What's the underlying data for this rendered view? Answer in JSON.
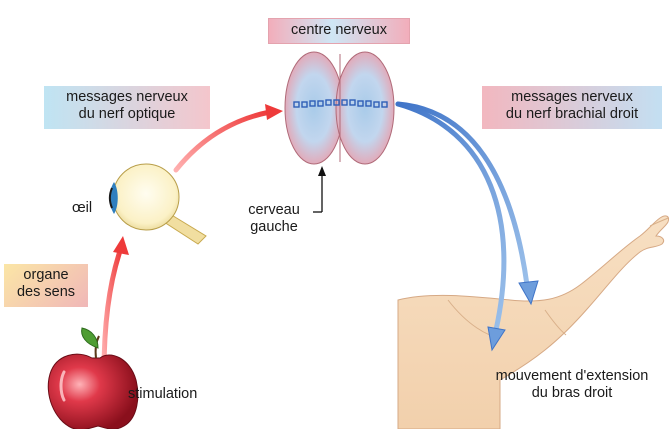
{
  "labels": {
    "centre_nerveux": "centre nerveux",
    "messages_optique": [
      "messages nerveux",
      "du nerf optique"
    ],
    "messages_brachial": [
      "messages nerveux",
      "du nerf brachial droit"
    ],
    "oeil": "œil",
    "cerveau": [
      "cerveau",
      "gauche"
    ],
    "organe": [
      "organe",
      "des sens"
    ],
    "stimulation": "stimulation",
    "mouvement": [
      "mouvement d'extension",
      "du bras droit"
    ]
  },
  "colors": {
    "afferent_arrow": "#ee3a3a",
    "efferent_arrow": "#4a7fd0",
    "brain_pink": "#e9a0ad",
    "brain_blue": "#a9cbe9",
    "skin": "#f5d9b8",
    "apple_red": "#b8182a",
    "eye_white": "#fdf6d8",
    "iris": "#2f7fbf"
  },
  "icons": [
    "apple-icon",
    "eye-icon",
    "brain-icon",
    "arm-icon"
  ]
}
